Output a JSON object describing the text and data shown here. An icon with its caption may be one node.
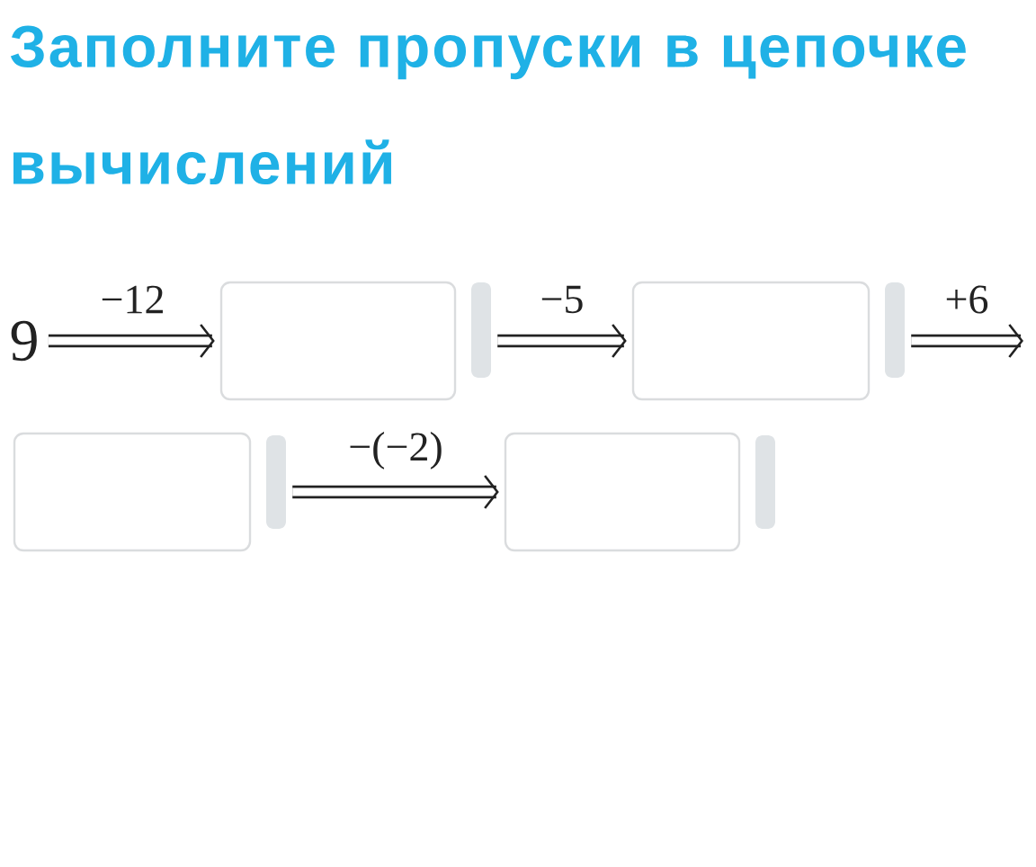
{
  "diagram": {
    "title": "Заполните пропуски в цепочке вычислений",
    "nodes": [
      {
        "text": [
          "9"
        ]
      },
      {
        "text": [],
        "shape": "box"
      },
      {
        "text": [],
        "shape": "box"
      },
      {
        "text": [],
        "shape": "box"
      },
      {
        "text": [],
        "shape": "box"
      }
    ],
    "edges": [
      {
        "from": 0,
        "to": 1,
        "arrow": "to",
        "label": "−12"
      },
      {
        "from": 1,
        "to": 2,
        "arrow": "to",
        "label": "−5"
      },
      {
        "from": 2,
        "to": null,
        "arrow": "to",
        "label": "+6"
      },
      {
        "from": 3,
        "to": 4,
        "arrow": "to",
        "label": "−(−2)"
      }
    ]
  }
}
